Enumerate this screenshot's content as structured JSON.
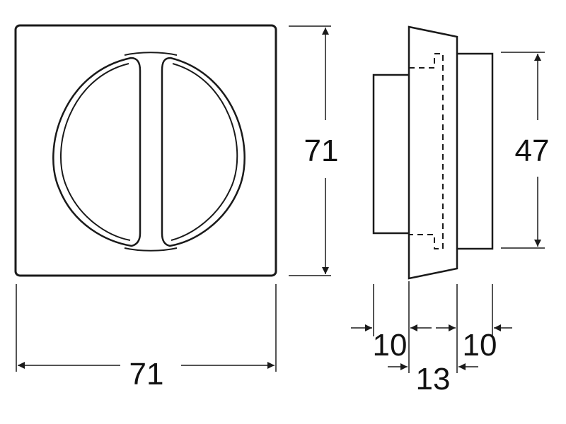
{
  "dimensions": {
    "front_width": "71",
    "front_height": "71",
    "insert_height": "47",
    "depth_a": "10",
    "depth_b": "10",
    "depth_total": "13"
  },
  "colors": {
    "line": "#1a1a1a",
    "background": "#ffffff"
  }
}
